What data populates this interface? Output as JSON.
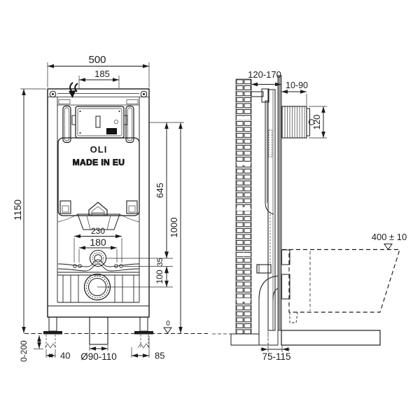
{
  "product": {
    "brand": "OLI",
    "origin_label": "MADE IN EU",
    "plate_badge": "OLI"
  },
  "views": {
    "front": {
      "labels": {
        "overall_width": "500",
        "flush_plate_cutout_width": "185",
        "overall_height": "1150",
        "cistern_top_height": "645",
        "reference_height": "1000",
        "inlet_to_holes_offset": "35",
        "drain_centre_height": "100",
        "fixing_holes_outer_span": "230",
        "fixing_holes_inner_span": "180",
        "leg_adjustment_range": "0-200",
        "left_foot_offset": "40",
        "drain_pipe_diameter": "Ø90-110",
        "right_foot_offset": "85",
        "zero_level": "0"
      }
    },
    "side": {
      "labels": {
        "frame_depth_range": "120-170",
        "flush_box_protrusion": "10-90",
        "flush_box_height": "120",
        "bowl_top_height": "400 ± 10",
        "floor_drain_offset": "75-115"
      }
    }
  },
  "colors": {
    "line": "#1b1b1b",
    "background": "#ffffff",
    "wall_fill": "#9a9a9a",
    "foot_fill": "#1b1b1b"
  }
}
